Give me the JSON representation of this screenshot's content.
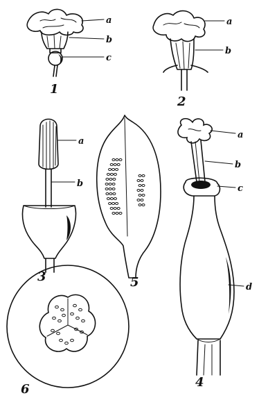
{
  "figures": [
    {
      "number": "1",
      "parts": [
        "a",
        "b",
        "c"
      ]
    },
    {
      "number": "2",
      "parts": [
        "a",
        "b"
      ]
    },
    {
      "number": "3",
      "parts": [
        "a",
        "b"
      ]
    },
    {
      "number": "4",
      "parts": [
        "a",
        "b",
        "c",
        "d"
      ]
    },
    {
      "number": "5",
      "parts": []
    },
    {
      "number": "6",
      "parts": []
    }
  ],
  "colors": {
    "ink": "#111111",
    "paper": "#ffffff"
  }
}
